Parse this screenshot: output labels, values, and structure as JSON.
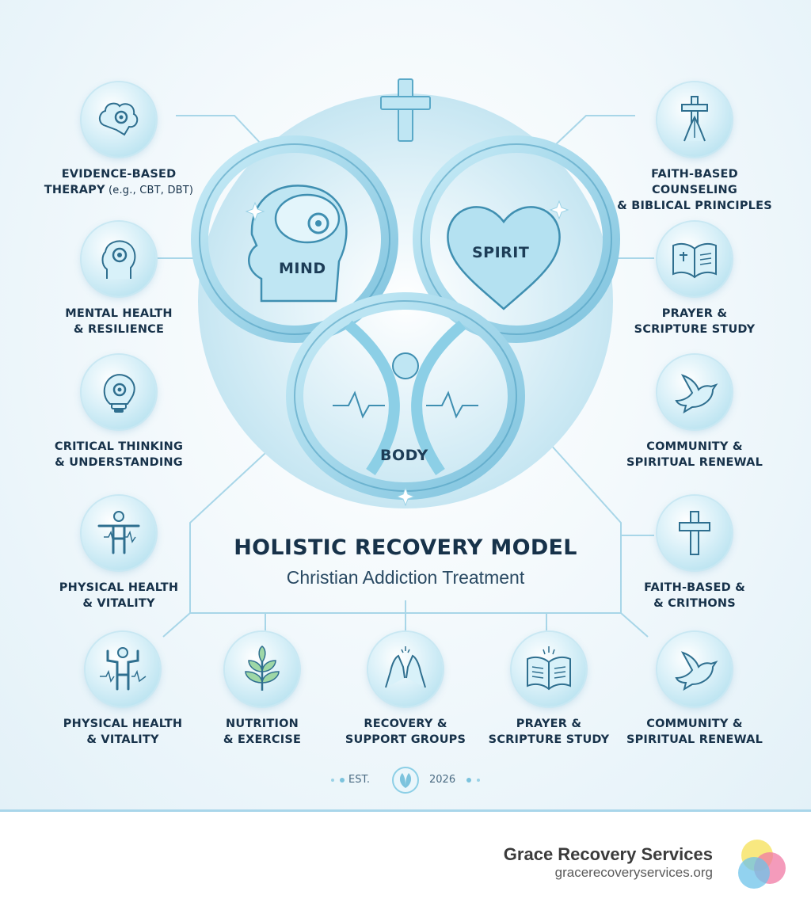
{
  "diagram": {
    "center": {
      "mind": "MIND",
      "spirit": "SPIRIT",
      "body": "BODY"
    },
    "title": "HOLISTIC RECOVERY MODEL",
    "subtitle": "Christian Addiction Treatment",
    "left_items": [
      {
        "label": "EVIDENCE-BASED\nTHERAPY",
        "small": " (e.g., CBT, DBT)",
        "icon": "brain-gears-icon"
      },
      {
        "label": "MENTAL HEALTH\n& RESILIENCE",
        "icon": "head-gear-icon"
      },
      {
        "label": "CRITICAL THINKING\n& UNDERSTANDING",
        "icon": "lightbulb-head-icon"
      },
      {
        "label": "PHYSICAL HEALTH\n& VITALITY",
        "icon": "person-pulse-icon"
      }
    ],
    "right_items": [
      {
        "label": "FAITH-BASED COUNSELING\n& BIBLICAL PRINCIPLES",
        "icon": "cross-praying-hands-icon"
      },
      {
        "label": "PRAYER &\nSCRIPTURE STUDY",
        "icon": "open-bible-icon"
      },
      {
        "label": "COMMUNITY &\nSPIRITUAL RENEWAL",
        "icon": "dove-icon"
      },
      {
        "label": "FAITH-BASED &\n& CRITHONS",
        "icon": "glowing-cross-icon"
      }
    ],
    "bottom_items": [
      {
        "label": "PHYSICAL HEALTH\n& VITALITY",
        "icon": "strong-person-icon"
      },
      {
        "label": "NUTRITION\n& EXERCISE",
        "icon": "plant-sprout-icon"
      },
      {
        "label": "RECOVERY &\nSUPPORT GROUPS",
        "icon": "open-hands-icon"
      },
      {
        "label": "PRAYER &\nSCRIPTURE STUDY",
        "icon": "open-book-icon"
      },
      {
        "label": "COMMUNITY &\nSPIRITUAL RENEWAL",
        "icon": "dove-icon"
      }
    ],
    "est_left": "EST.",
    "est_right": "2026",
    "colors": {
      "accent": "#7cc3dd",
      "ink": "#17324a",
      "loop": "#a6d8ea"
    }
  },
  "brand": {
    "name": "Grace Recovery Services",
    "url": "gracerecoveryservices.org"
  }
}
